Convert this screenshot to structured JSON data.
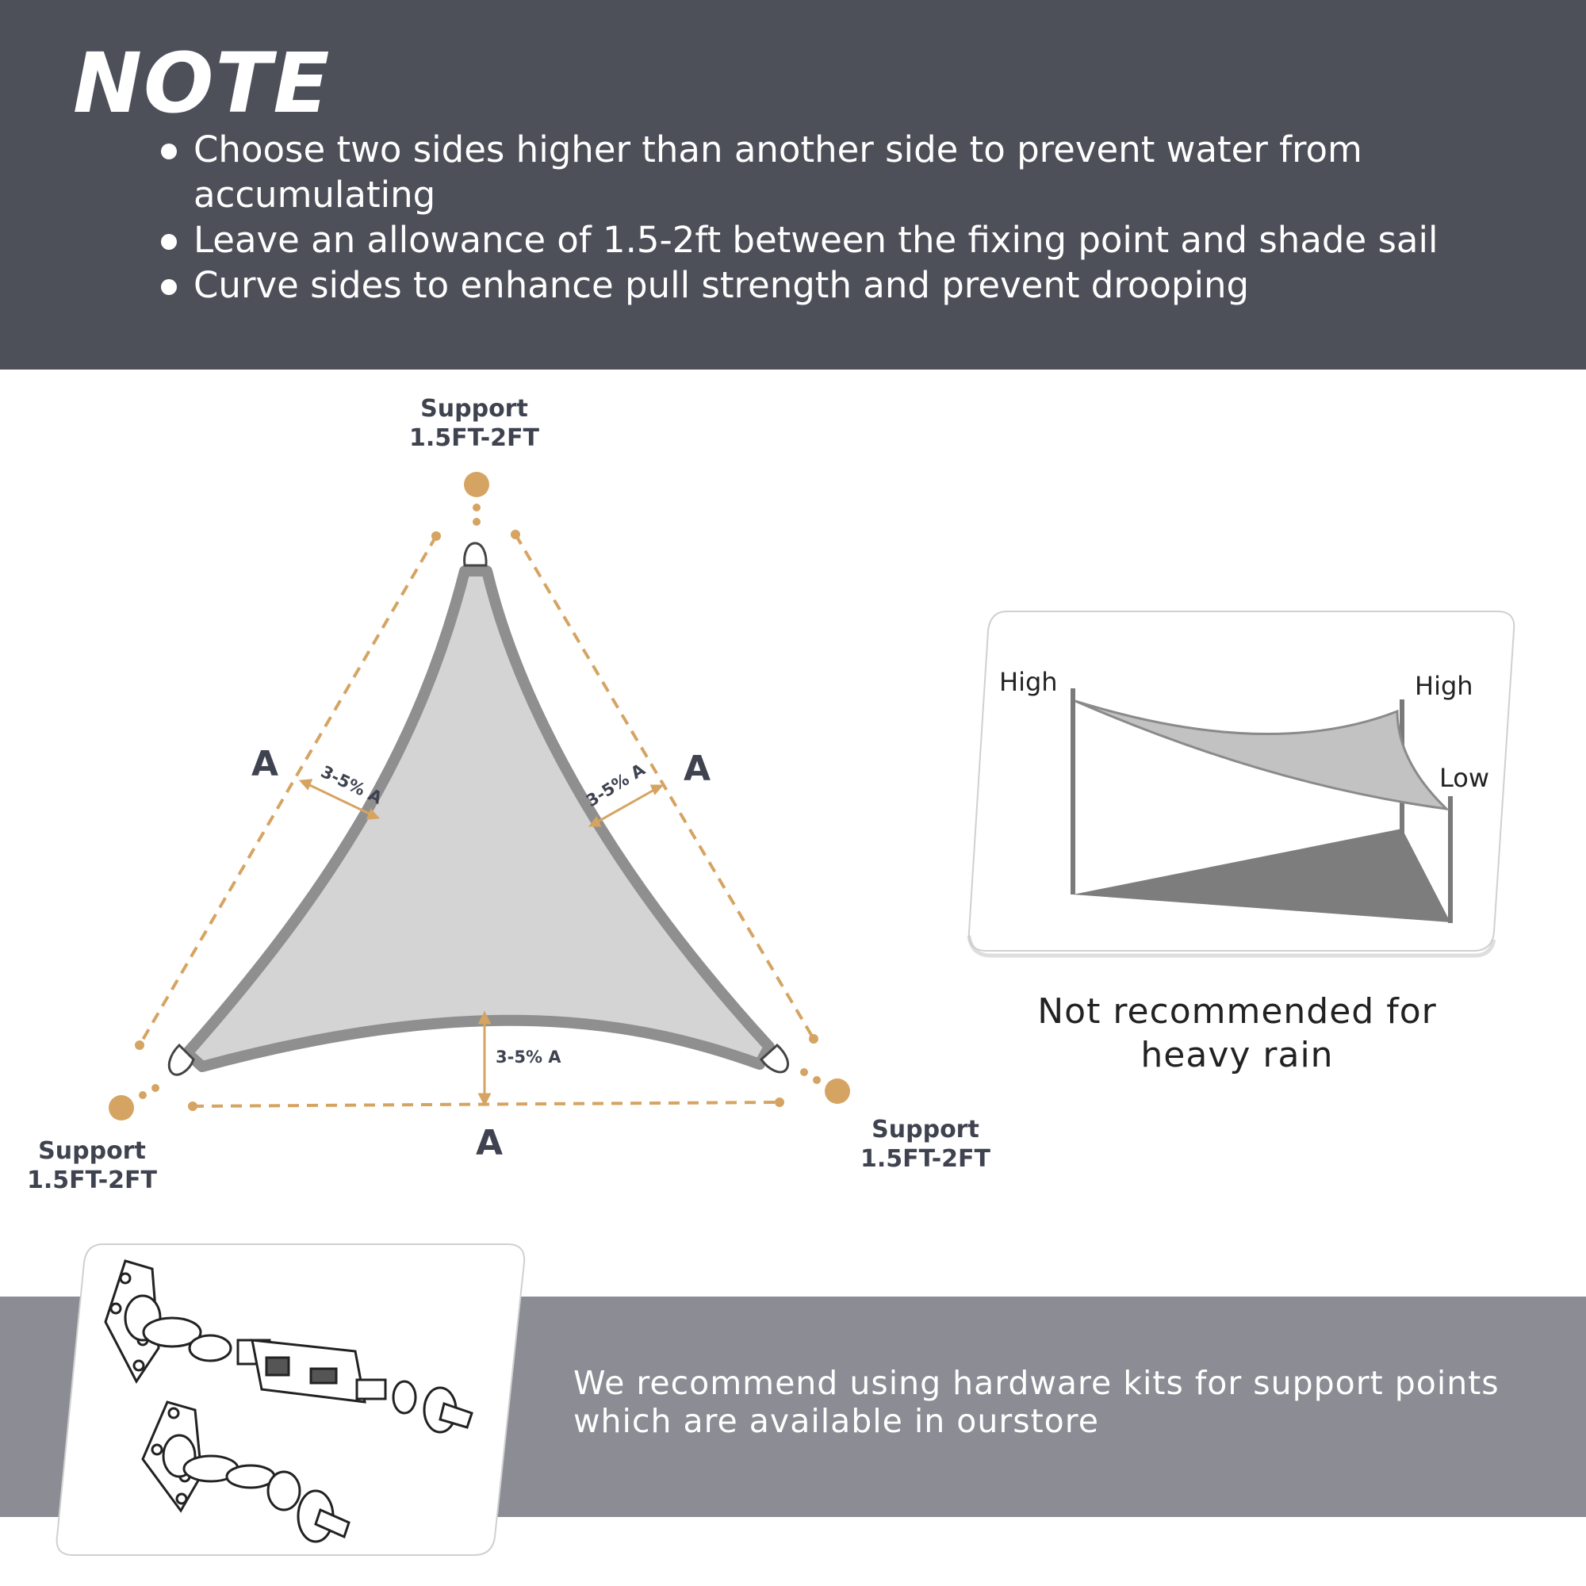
{
  "header": {
    "title": "NOTE",
    "bullets": [
      "Choose two sides higher than another side to prevent water from accumulating",
      "Leave an allowance of 1.5-2ft between the fixing point and shade sail",
      "Curve sides to enhance pull strength and prevent drooping"
    ]
  },
  "diagram": {
    "support_label": "Support",
    "support_distance": "1.5FT-2FT",
    "side_label": "A",
    "curve_label": "3-5% A"
  },
  "rain_panel": {
    "high_left": "High",
    "high_right": "High",
    "low": "Low",
    "caption_line1": "Not recommended for",
    "caption_line2": "heavy rain"
  },
  "hardware": {
    "text_line1": "We recommend using hardware kits for support points",
    "text_line2": "which are available in ourstore"
  },
  "colors": {
    "header_bg": "#4d5059",
    "band_bg": "#8b8c94",
    "accent_tan": "#d6a462",
    "sail_fill": "#d4d4d4",
    "sail_edge": "#8f8f8f"
  }
}
